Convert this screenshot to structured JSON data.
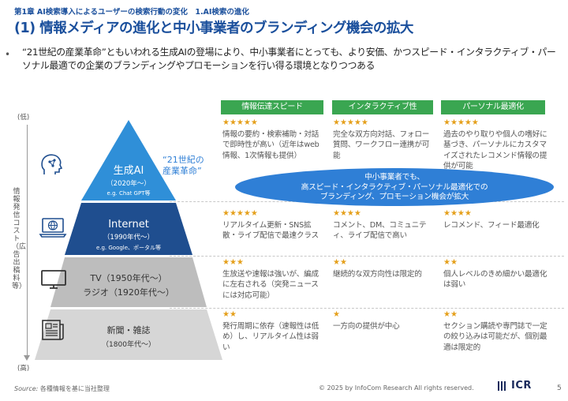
{
  "header": {
    "chapter": "第1章 AI検索導入によるユーザーの検索行動の変化　1.AI検索の進化",
    "title": "(1) 情報メディアの進化と中小事業者のブランディング機会の拡大"
  },
  "lead": {
    "bullet": "•",
    "text": "“21世紀の産業革命”ともいわれる生成AIの登場により、中小事業者にとっても、より安価、かつスピード・インタラクティブ・パーソナル最適での企業のブランディングやプロモーションを行い得る環境となりつつある"
  },
  "axis": {
    "top": "(低)",
    "bottom": "(高)",
    "label": "情報発信コスト（広告出稿料等）"
  },
  "columns": [
    "情報伝達スピード",
    "インタラクティブ性",
    "パーソナル最適化"
  ],
  "tiers": [
    {
      "name": "生成AI",
      "period": "（2020年〜）",
      "example": "e.g. Chat GPT等",
      "icon": "ai-head-icon",
      "cells": [
        {
          "stars": "★★★★★",
          "text": "情報の要約・検索補助・対話で即時性が高い（近年はweb情報、1次情報も提供）"
        },
        {
          "stars": "★★★★★",
          "text": "完全な双方向対話、フォロー質問、ワークフロー連携が可能"
        },
        {
          "stars": "★★★★★",
          "text": "過去のやり取りや個人の嗜好に基づき、パーソナルにカスタマイズされたレコメンド情報の提供が可能"
        }
      ]
    },
    {
      "name": "Internet",
      "period": "（1990年代〜）",
      "example": "e.g. Google、ポータル等",
      "icon": "laptop-globe-icon",
      "cells": [
        {
          "stars": "★★★★★",
          "text": "リアルタイム更新・SNS拡散・ライブ配信で最速クラス"
        },
        {
          "stars": "★★★★",
          "text": "コメント、DM、コミュニティ、ライブ配信で高い"
        },
        {
          "stars": "★★★★",
          "text": "レコメンド、フィード最適化"
        }
      ]
    },
    {
      "name": "TV（1950年代〜）",
      "period": "ラジオ（1920年代〜）",
      "example": "",
      "icon": "tv-icon",
      "cells": [
        {
          "stars": "★★★",
          "text": "生放送や速報は強いが、編成に左右される（突発ニュースには対応可能）"
        },
        {
          "stars": "★★",
          "text": "継続的な双方向性は限定的"
        },
        {
          "stars": "★★",
          "text": "個人レベルのきめ細かい最適化は弱い"
        }
      ]
    },
    {
      "name": "新聞・雑誌",
      "period": "（1800年代〜）",
      "example": "",
      "icon": "newspaper-icon",
      "cells": [
        {
          "stars": "★★",
          "text": "発行周期に依存（速報性は低め）し、リアルタイム性は弱い"
        },
        {
          "stars": "★",
          "text": "一方向の提供が中心"
        },
        {
          "stars": "★★",
          "text": "セクション購読や専門誌で一定の絞り込みは可能だが、個別最適は限定的"
        }
      ]
    }
  ],
  "quote": "“21世紀の\n産業革命”",
  "oval_lines": [
    "中小事業者でも、",
    "高スピード・インタラクティブ・パーソナル最適化での",
    "ブランディング、プロモーション機会が拡大"
  ],
  "footer": {
    "source_label": "Source:",
    "source_text": "各種情報を基に当社整理",
    "copyright": "© 2025 by InfoCom Research All rights reserved.",
    "logo": "ICR",
    "page": "5"
  },
  "colors": {
    "title_blue": "#1a4f9c",
    "ai_blue": "#2f8fd8",
    "internet_navy": "#1f4e8f",
    "tv_gray": "#bdbdbd",
    "paper_gray": "#d3d3d3",
    "green": "#3aa651",
    "star": "#e5a01c"
  }
}
